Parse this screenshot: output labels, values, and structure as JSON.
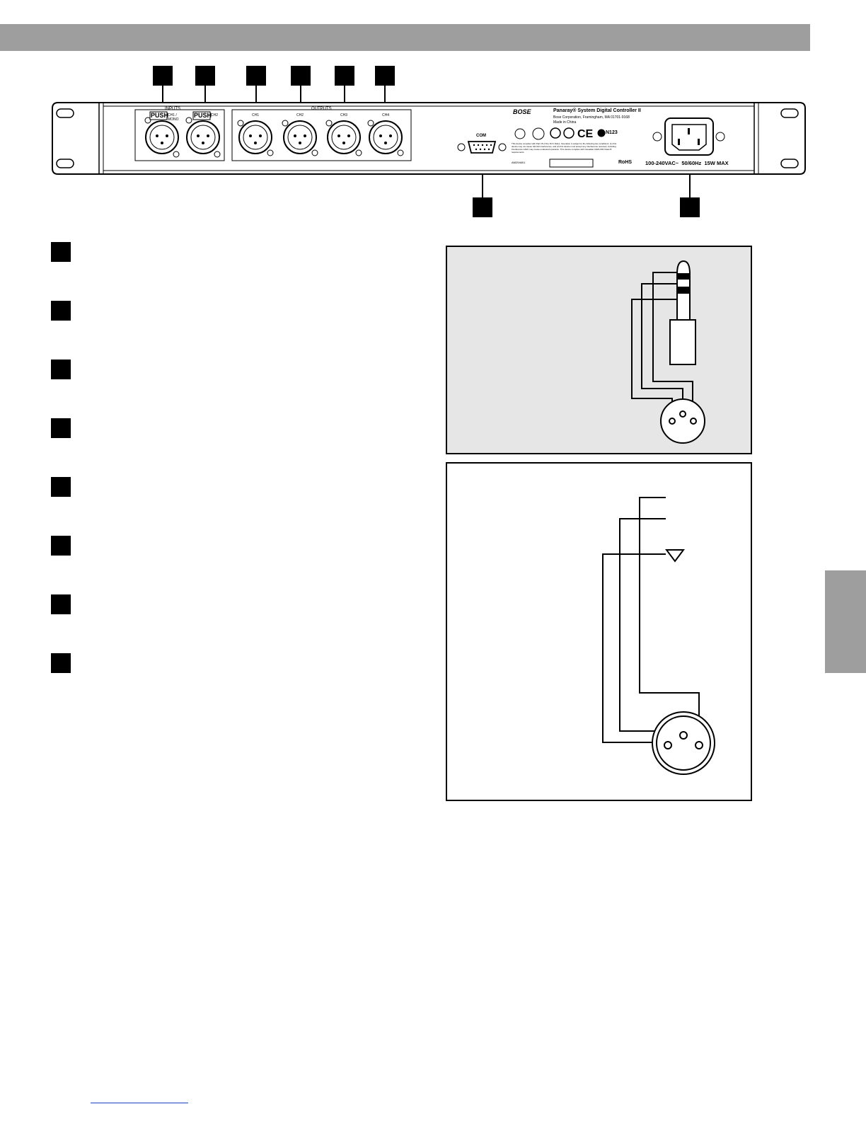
{
  "panel": {
    "inputs_label": "INPUTS",
    "outputs_label": "OUTPUTS",
    "push_label": "PUSH",
    "ch1_mono_label": "CH1 / MONO",
    "ch2_input_label": "CH2",
    "outputs": [
      "CH1",
      "CH2",
      "CH3",
      "CH4"
    ],
    "com_label": "COM",
    "brand": "BOSE",
    "product_name": "Panaray® System Digital Controller II",
    "company_line": "Bose Corporation, Framingham, MA 01701-9168",
    "made_in": "Made in China",
    "fcc_text_1": "This device complies with Part 15 of the FCC Rules. Operation is subject to the following two conditions: (1) this",
    "fcc_text_2": "device may not cause harmful interference, and (2) this device must accept any interference received, including",
    "fcc_text_3": "interference which may cause undesired operation. This device complies with Canadian ICES-003 Class B",
    "fcc_text_4": "requirements.",
    "model_code": "AM294601",
    "rohs": "RoHS",
    "n_mark": "N123",
    "power_rating": "100-240VAC~  50/60Hz  15W MAX"
  },
  "colors": {
    "header_bar": "#9e9e9e",
    "side_tab": "#9e9e9e",
    "diagram_shaded": "#e6e6e6",
    "footer_rule": "#1a3fbf"
  }
}
